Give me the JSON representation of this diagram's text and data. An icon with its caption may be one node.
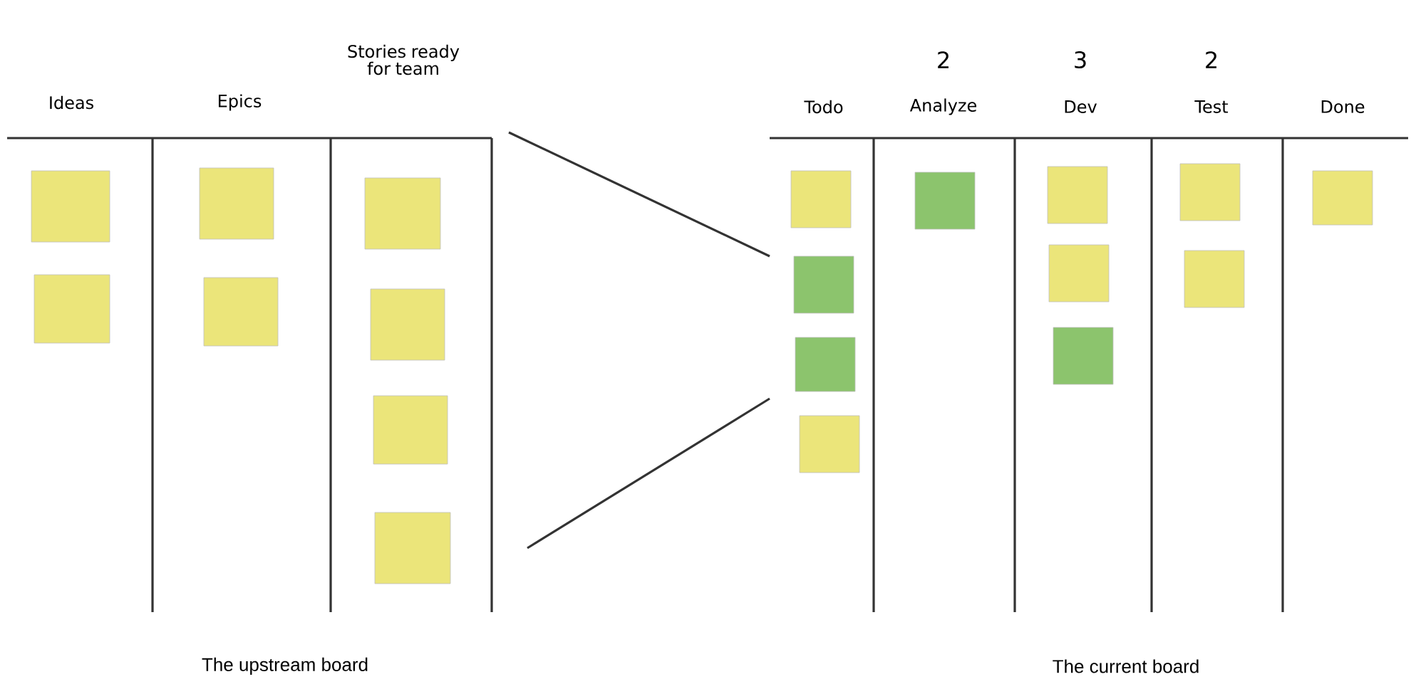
{
  "diagram": {
    "labels": [
      "Ideas",
      "Epics",
      "Stories ready for team",
      "Todo",
      "2",
      "Analyze",
      "3",
      "Dev",
      "2",
      "Test",
      "Done",
      "The upstream board",
      "The current board"
    ]
  }
}
